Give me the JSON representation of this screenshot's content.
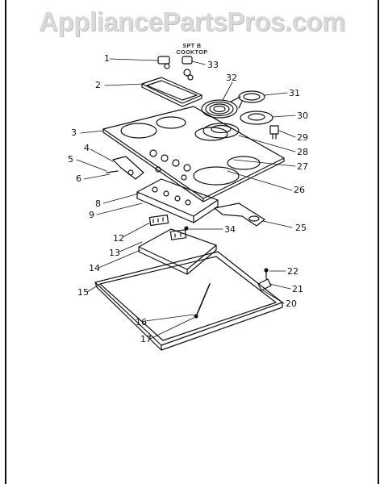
{
  "watermark": "AppliancePartsPros.com",
  "header": {
    "line1": "SPT B",
    "line2": "COOKTOP"
  },
  "callouts": [
    {
      "id": "c1",
      "label": "1"
    },
    {
      "id": "c2",
      "label": "2"
    },
    {
      "id": "c3",
      "label": "3"
    },
    {
      "id": "c4",
      "label": "4"
    },
    {
      "id": "c5",
      "label": "5"
    },
    {
      "id": "c6",
      "label": "6"
    },
    {
      "id": "c8",
      "label": "8"
    },
    {
      "id": "c9",
      "label": "9"
    },
    {
      "id": "c12",
      "label": "12"
    },
    {
      "id": "c13",
      "label": "13"
    },
    {
      "id": "c14",
      "label": "14"
    },
    {
      "id": "c15",
      "label": "15"
    },
    {
      "id": "c16",
      "label": "16"
    },
    {
      "id": "c17",
      "label": "17"
    },
    {
      "id": "c20",
      "label": "20"
    },
    {
      "id": "c21",
      "label": "21"
    },
    {
      "id": "c22",
      "label": "22"
    },
    {
      "id": "c25",
      "label": "25"
    },
    {
      "id": "c26",
      "label": "26"
    },
    {
      "id": "c27",
      "label": "27"
    },
    {
      "id": "c28",
      "label": "28"
    },
    {
      "id": "c29",
      "label": "29"
    },
    {
      "id": "c30",
      "label": "30"
    },
    {
      "id": "c31",
      "label": "31"
    },
    {
      "id": "c32",
      "label": "32"
    },
    {
      "id": "c33",
      "label": "33"
    },
    {
      "id": "c34",
      "label": "34"
    }
  ]
}
